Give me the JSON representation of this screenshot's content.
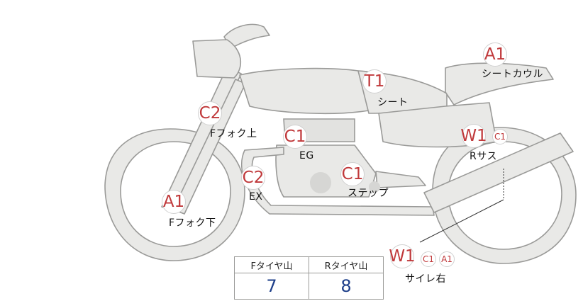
{
  "colors": {
    "badge_text": "#c0393b",
    "value_text": "#1e3f8a",
    "bike_fill": "#e9e9e7",
    "bike_stroke": "#9a9a98"
  },
  "parts": {
    "seat_cowl": {
      "label": "シートカウル",
      "grades": [
        "A1"
      ]
    },
    "seat": {
      "label": "シート",
      "grades": [
        "T1"
      ]
    },
    "f_fork_upper": {
      "label": "Fフォク上",
      "grades": [
        "C2"
      ]
    },
    "engine": {
      "label": "EG",
      "grades": [
        "C1"
      ]
    },
    "rear_suspension": {
      "label": "Rサス",
      "grades": [
        "W1",
        "C1"
      ]
    },
    "exhaust": {
      "label": "EX",
      "grades": [
        "C2"
      ]
    },
    "step": {
      "label": "ステップ",
      "grades": [
        "C1"
      ]
    },
    "f_fork_lower": {
      "label": "Fフォク下",
      "grades": [
        "A1"
      ]
    },
    "side_right": {
      "label": "サイレ右",
      "grades": [
        "W1",
        "C1",
        "A1"
      ]
    }
  },
  "tread_table": {
    "headers": [
      "Fタイヤ山",
      "Rタイヤ山"
    ],
    "values": [
      "7",
      "8"
    ]
  }
}
